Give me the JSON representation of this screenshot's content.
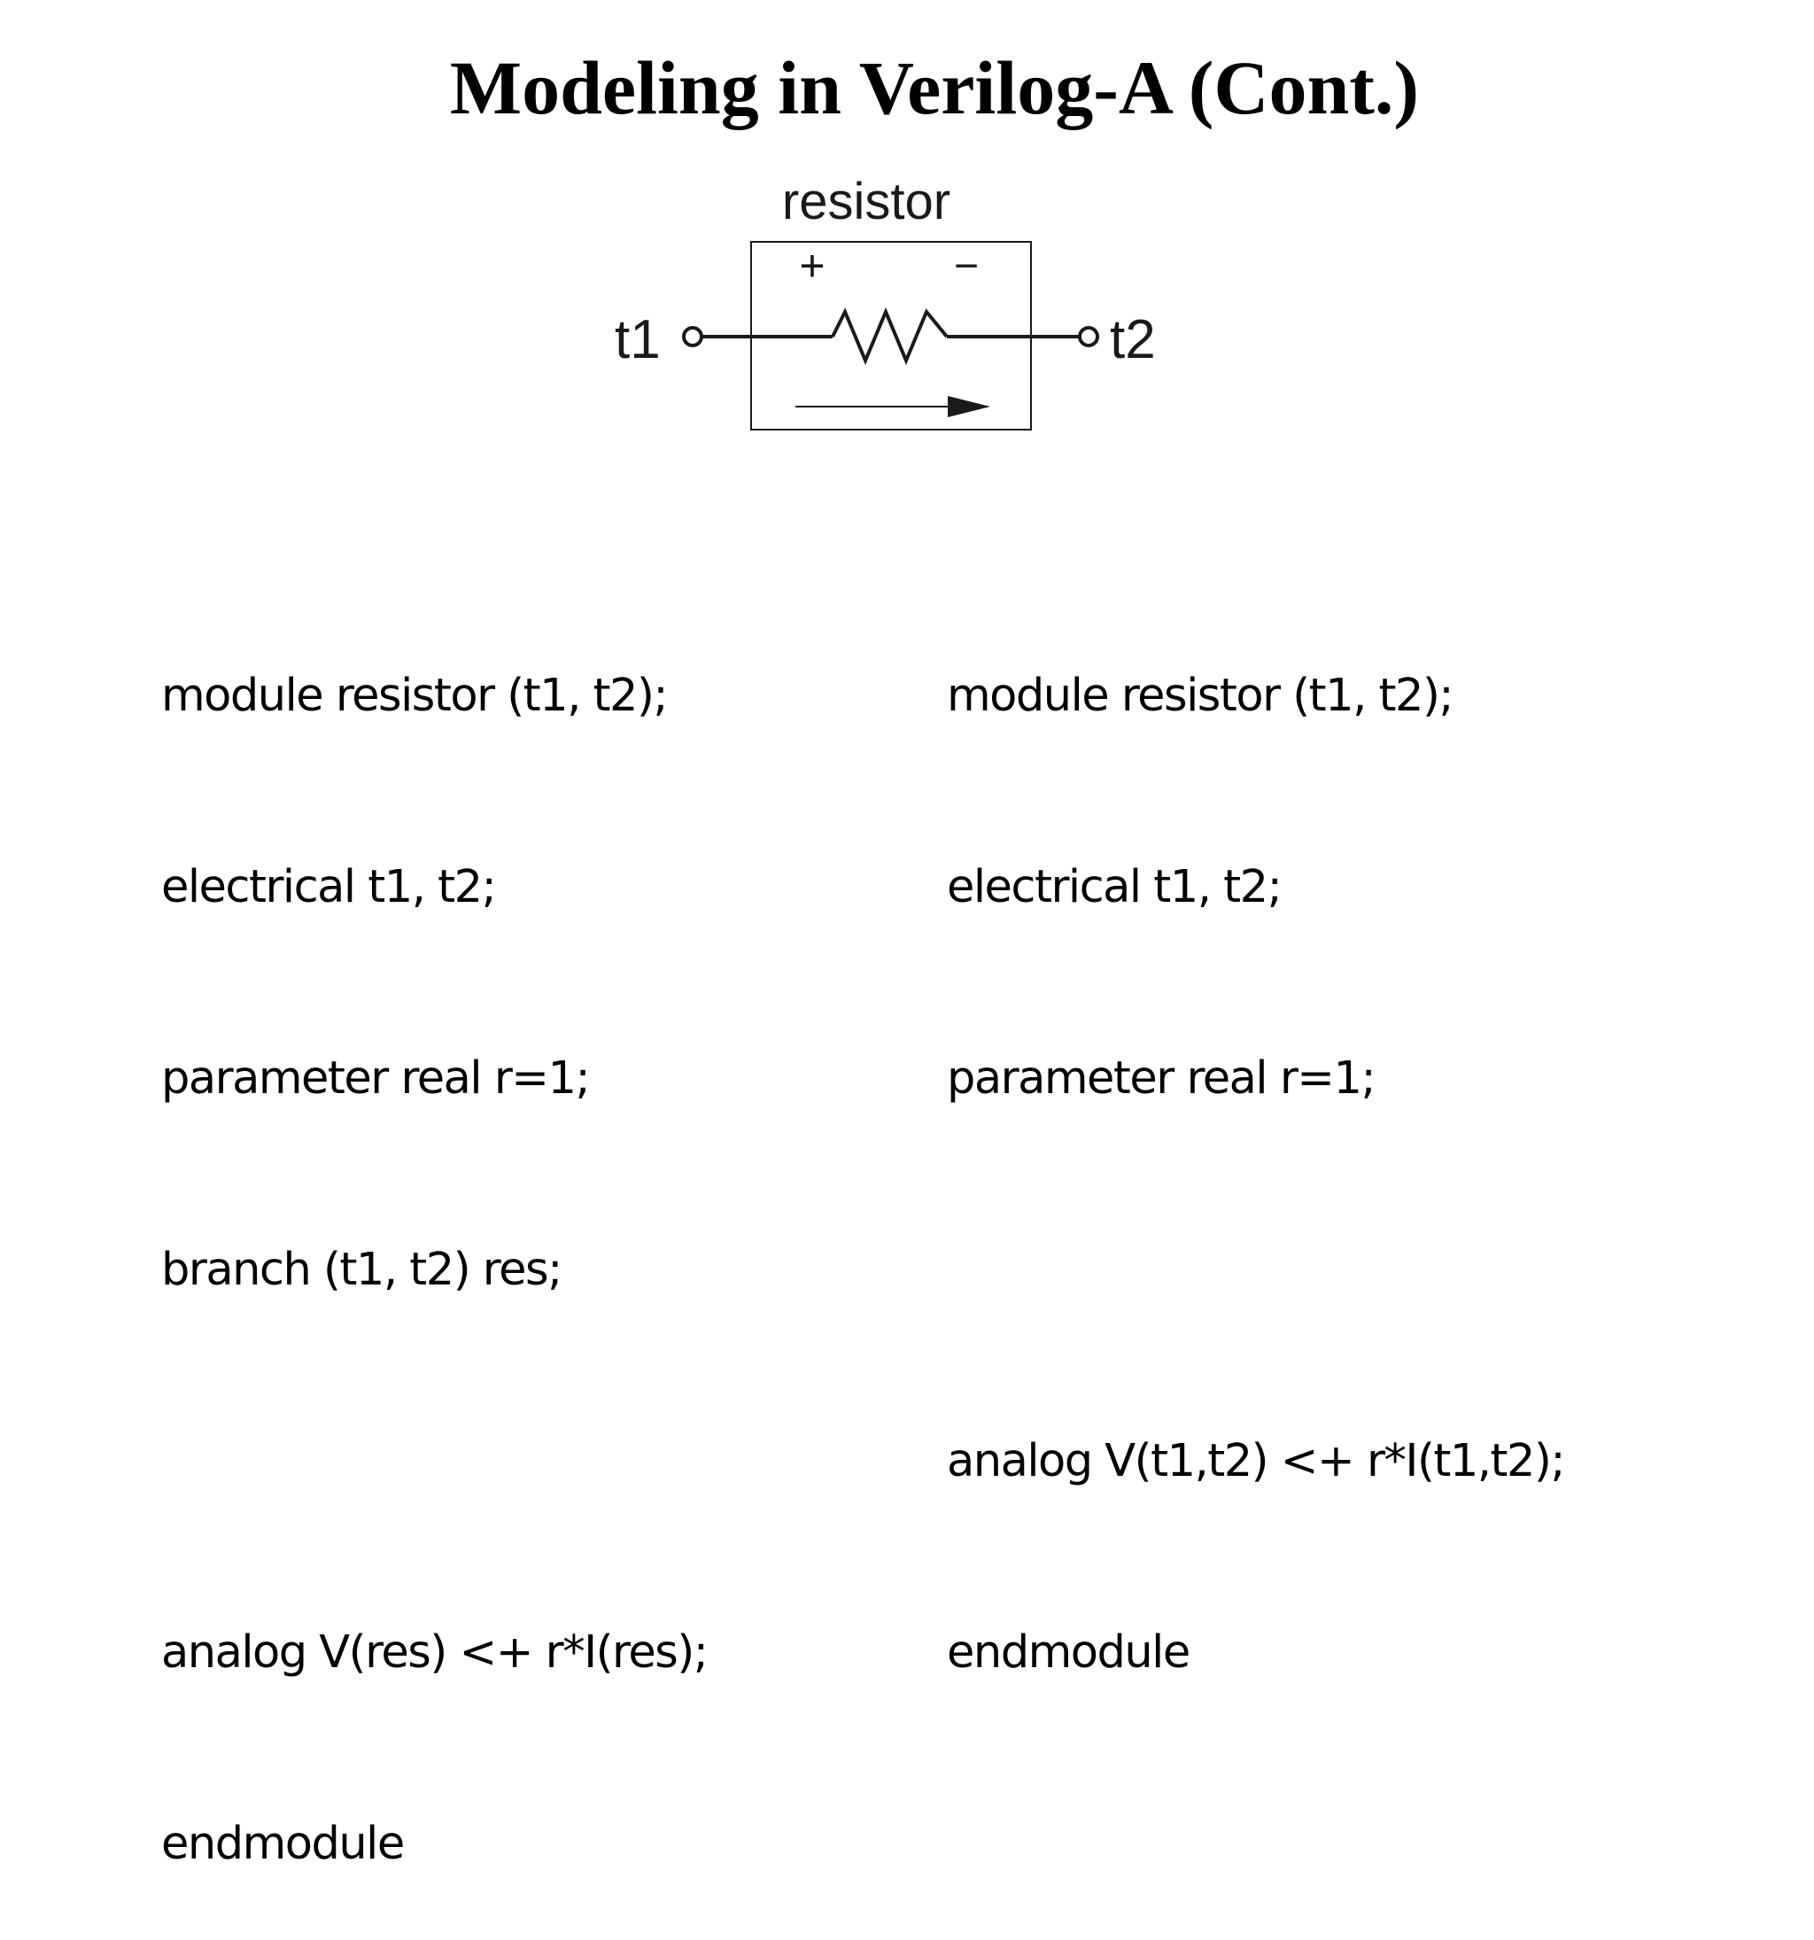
{
  "slide": {
    "title": "Modeling in Verilog-A (Cont.)"
  },
  "diagram": {
    "component_label": "resistor",
    "plus_sign": "+",
    "minus_sign": "−",
    "terminal_left": "t1",
    "terminal_right": "t2"
  },
  "code_left": {
    "lines": [
      "module resistor (t1, t2);",
      "electrical t1, t2;",
      "parameter real r=1;",
      "branch (t1, t2) res;",
      "",
      "analog V(res) <+ r*I(res);",
      "endmodule"
    ]
  },
  "code_right": {
    "lines": [
      "module resistor (t1, t2);",
      "electrical t1, t2;",
      "parameter real r=1;",
      "",
      "analog V(t1,t2) <+ r*I(t1,t2);",
      "endmodule"
    ]
  }
}
